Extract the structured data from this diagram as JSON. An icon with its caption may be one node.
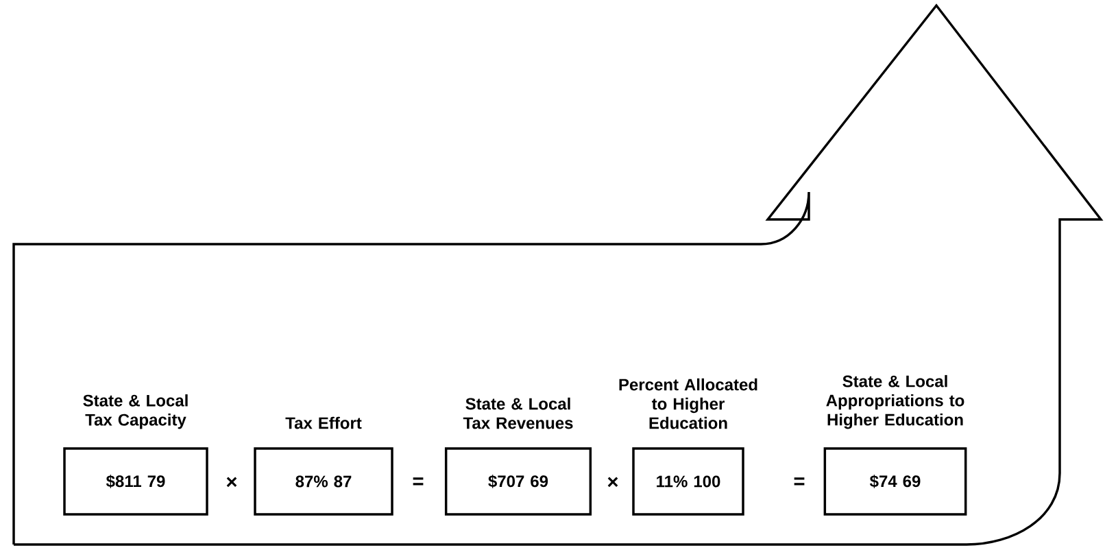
{
  "diagram": {
    "nodes": [
      {
        "text": [
          "State & Local Tax Capacity",
          "$811 79"
        ]
      },
      {
        "text": [
          "Tax Effort",
          "87% 87"
        ]
      },
      {
        "text": [
          "State & Local Tax Revenues",
          "$707 69"
        ]
      },
      {
        "text": [
          "Percent Allocated to Higher Education",
          "11% 100"
        ]
      },
      {
        "text": [
          "State & Local Appropriations to Higher Education",
          "$74 69"
        ]
      }
    ],
    "labels": [
      "×",
      "=",
      "×",
      "="
    ]
  }
}
